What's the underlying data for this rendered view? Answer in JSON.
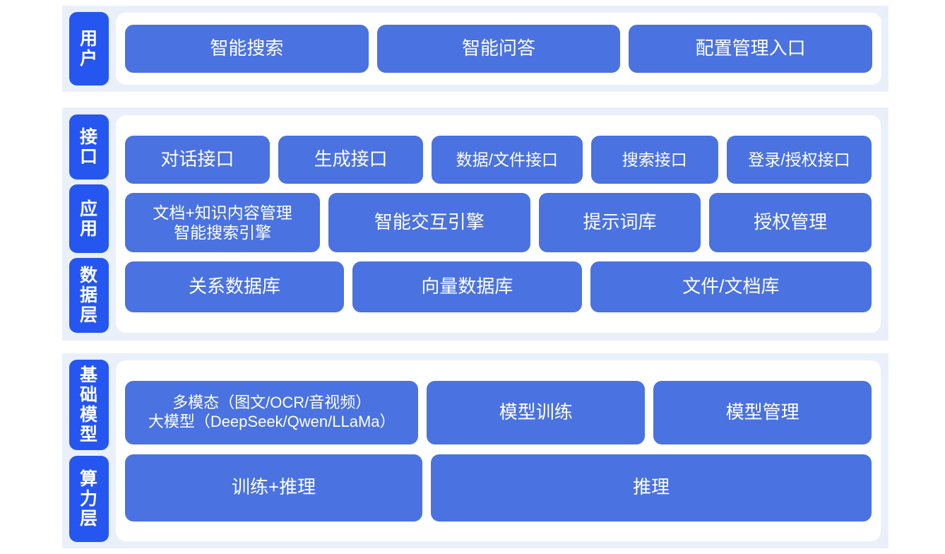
{
  "colors": {
    "band_background": "#eaf0fa",
    "panel_background": "#ffffff",
    "layer_tab": "#2556f0",
    "node": "#4a72e0",
    "node_text": "#ffffff",
    "page_background": "#ffffff"
  },
  "sections": [
    {
      "id": "user",
      "layers": [
        {
          "label": "用户"
        }
      ],
      "rows": [
        {
          "nodes": [
            {
              "label": "智能搜索"
            },
            {
              "label": "智能问答"
            },
            {
              "label": "配置管理入口"
            }
          ]
        }
      ]
    },
    {
      "id": "middle",
      "layers": [
        {
          "label": "接口"
        },
        {
          "label": "应用"
        },
        {
          "label": "数据层"
        }
      ],
      "rows": [
        {
          "name": "interface-row",
          "nodes": [
            {
              "label": "对话接口"
            },
            {
              "label": "生成接口"
            },
            {
              "label": "数据/文件接口"
            },
            {
              "label": "搜索接口"
            },
            {
              "label": "登录/授权接口"
            }
          ]
        },
        {
          "name": "application-row",
          "nodes": [
            {
              "label": "文档+知识内容管理\n智能搜索引擎"
            },
            {
              "label": "智能交互引擎"
            },
            {
              "label": "提示词库"
            },
            {
              "label": "授权管理"
            }
          ]
        },
        {
          "name": "data-row",
          "nodes": [
            {
              "label": "关系数据库"
            },
            {
              "label": "向量数据库"
            },
            {
              "label": "文件/文档库"
            }
          ]
        }
      ]
    },
    {
      "id": "base",
      "layers": [
        {
          "label": "基础模型"
        },
        {
          "label": "算力层"
        }
      ],
      "rows": [
        {
          "name": "model-row",
          "nodes": [
            {
              "label": "多模态（图文/OCR/音视频）\n大模型（DeepSeek/Qwen/LLaMa）"
            },
            {
              "label": "模型训练"
            },
            {
              "label": "模型管理"
            }
          ]
        },
        {
          "name": "compute-row",
          "nodes": [
            {
              "label": "训练+推理"
            },
            {
              "label": "推理"
            }
          ]
        }
      ]
    }
  ]
}
